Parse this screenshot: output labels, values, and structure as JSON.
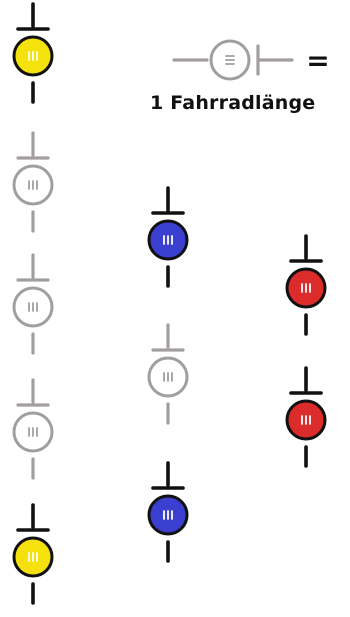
{
  "legend": {
    "label": "1 Fahrradlänge",
    "equals": "=",
    "icon": "bicycle-icon-top-view"
  },
  "colors": {
    "yellow": "#f5e20d",
    "blue": "#3a3fd0",
    "red": "#dc2b2b",
    "gray": "#a39e9e",
    "stroke": "#111111"
  },
  "columns": [
    {
      "name": "left",
      "bikes": [
        "yellow",
        "gray",
        "gray",
        "gray",
        "yellow"
      ]
    },
    {
      "name": "middle",
      "bikes": [
        "blue",
        "gray",
        "blue"
      ]
    },
    {
      "name": "right",
      "bikes": [
        "red",
        "red"
      ]
    }
  ]
}
